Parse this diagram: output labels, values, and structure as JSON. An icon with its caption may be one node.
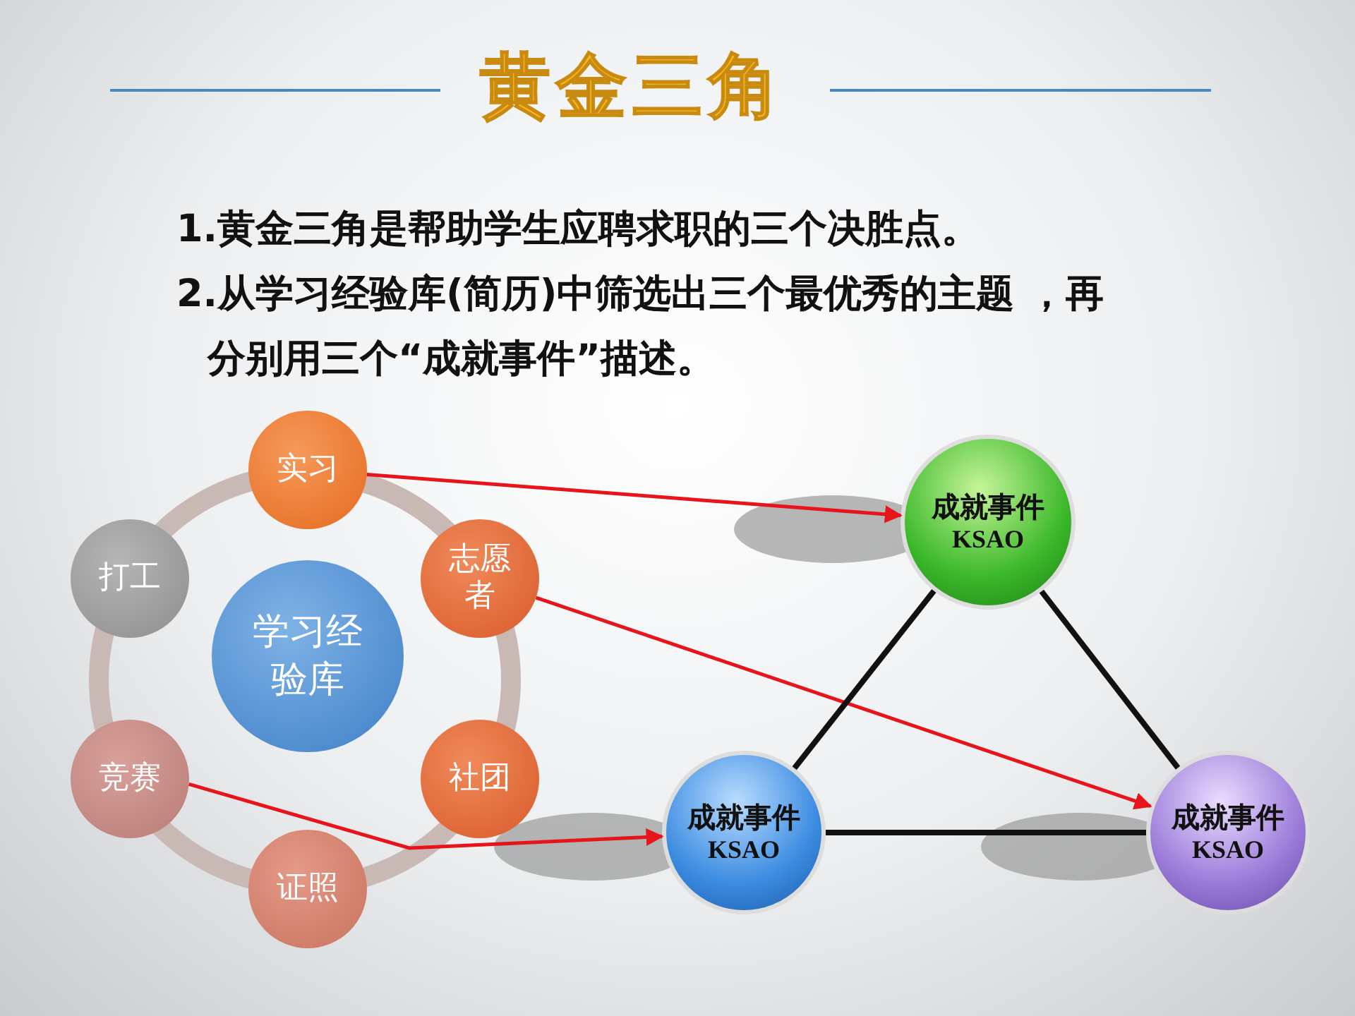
{
  "diagram": {
    "title": "黄金三角",
    "nodes": [
      {
        "text": [
          "学习经验库"
        ]
      },
      {
        "text": [
          "实习"
        ]
      },
      {
        "text": [
          "志愿者"
        ]
      },
      {
        "text": [
          "社团"
        ]
      },
      {
        "text": [
          "证照"
        ]
      },
      {
        "text": [
          "竞赛"
        ]
      },
      {
        "text": [
          "打工"
        ]
      },
      {
        "text": [
          "成就事件",
          "KSAO"
        ]
      },
      {
        "text": [
          "成就事件",
          "KSAO"
        ]
      },
      {
        "text": [
          "成就事件",
          "KSAO"
        ]
      }
    ],
    "edges": [
      {
        "from": 1,
        "to": 7,
        "arrow": "to",
        "color": "#e8141b"
      },
      {
        "from": 2,
        "to": 9,
        "arrow": "to",
        "color": "#e8141b"
      },
      {
        "from": 5,
        "to": 8,
        "arrow": "to",
        "color": "#e8141b"
      },
      {
        "from": 7,
        "to": 8,
        "arrow": "none",
        "color": "#111111"
      },
      {
        "from": 7,
        "to": 9,
        "arrow": "none",
        "color": "#111111"
      },
      {
        "from": 8,
        "to": 9,
        "arrow": "none",
        "color": "#111111"
      }
    ],
    "labels": [
      "1.黄金三角是帮助学生应聘求职的三个决胜点。",
      "2.从学习经验库(简历)中筛选出三个最优秀的主题 ，再分别用三个“成就事件”描述。"
    ]
  }
}
